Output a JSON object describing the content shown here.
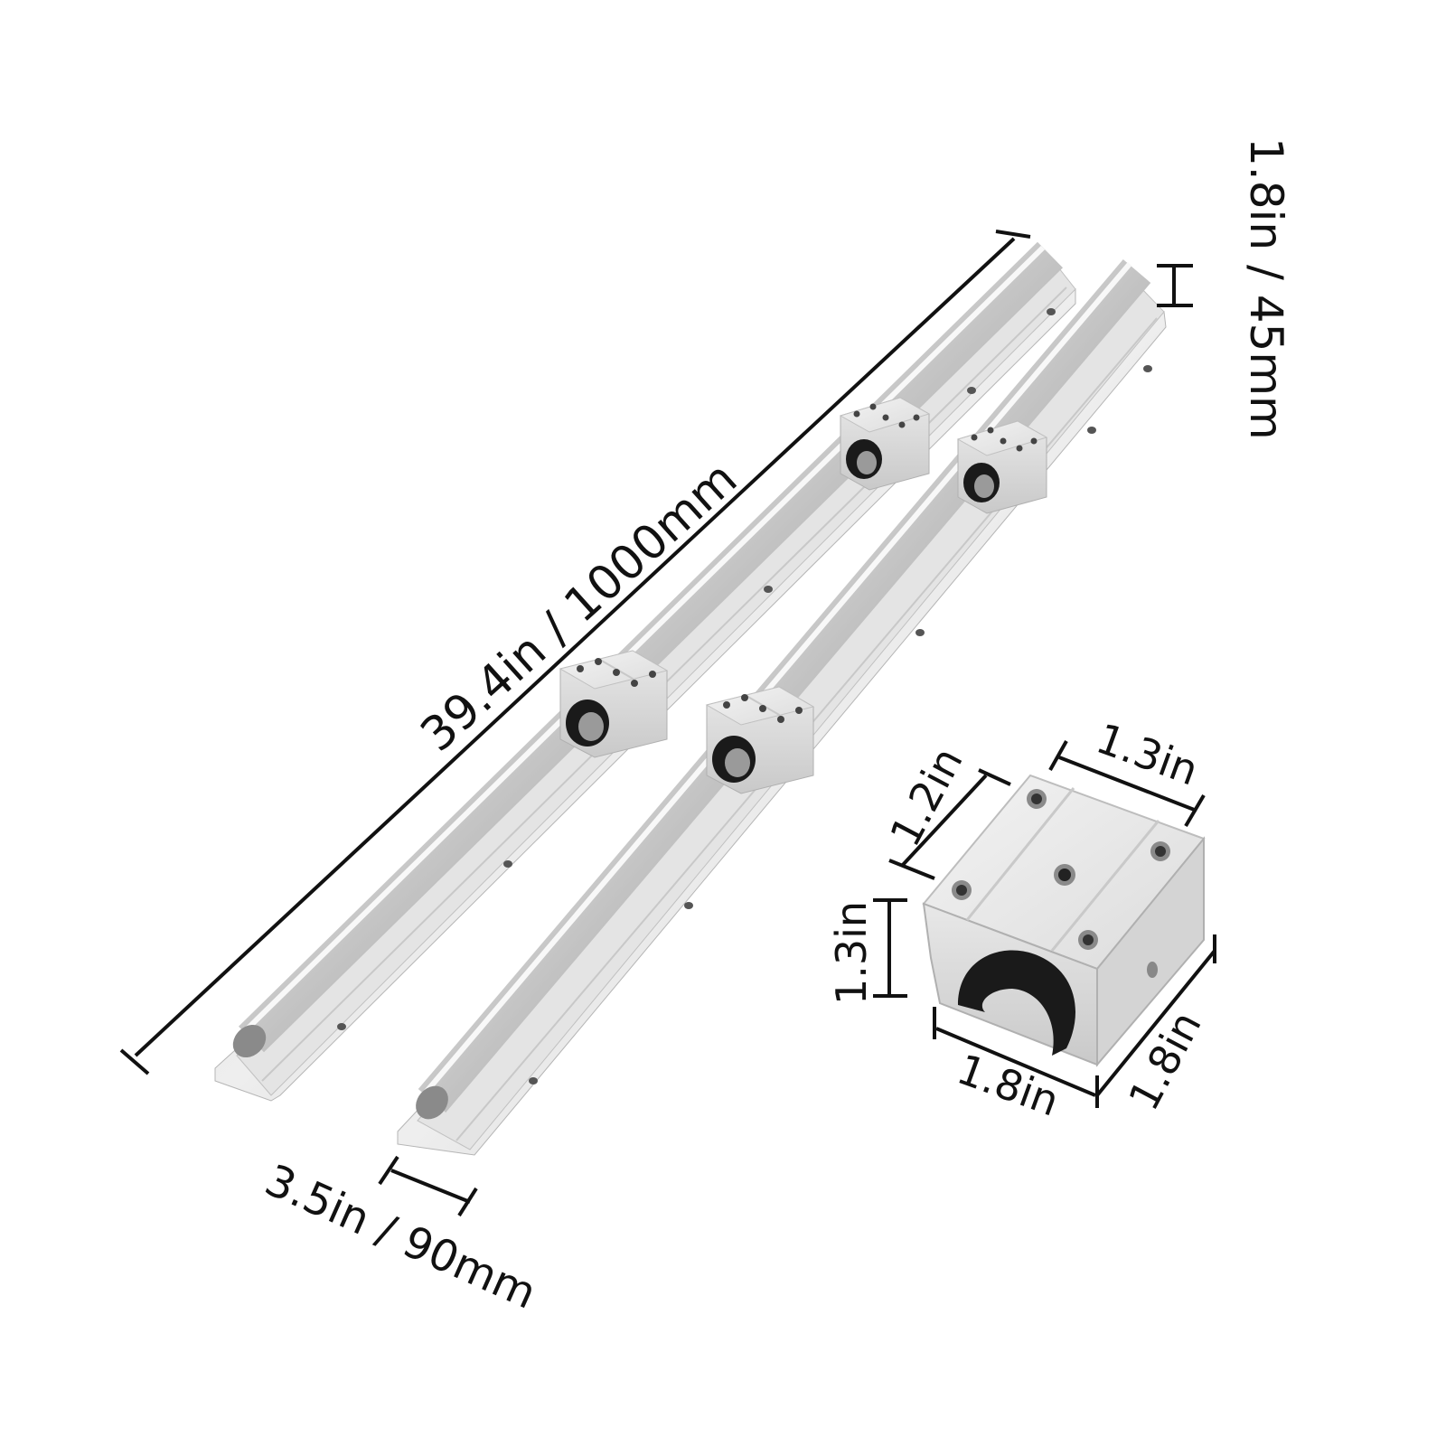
{
  "diagram": {
    "subject": "Linear rail set with bearing blocks",
    "colors": {
      "background": "#ffffff",
      "dimension_line": "#111111",
      "rail_light": "#e6e6e6",
      "rail_mid": "#c4c4c4",
      "rail_dark": "#8f8f8f",
      "block_face": "#e2e2e2",
      "block_side": "#cfcfcf",
      "bearing": "#1a1a1a"
    },
    "dimensions": {
      "rail_length": "39.4in / 1000mm",
      "rail_height": "1.8in / 45mm",
      "rail_base_width": "3.5in / 90mm",
      "block_top_depth": "1.2in",
      "block_top_width": "1.3in",
      "block_bore_height": "1.3in",
      "block_front_width": "1.8in",
      "block_side_depth": "1.8in"
    },
    "parts": {
      "rails": [
        {
          "name": "rail-left",
          "blocks": 2
        },
        {
          "name": "rail-right",
          "blocks": 2
        }
      ],
      "detail_block": {
        "mount_holes": 4,
        "center_hole": 1,
        "side_hole": 1
      }
    }
  }
}
